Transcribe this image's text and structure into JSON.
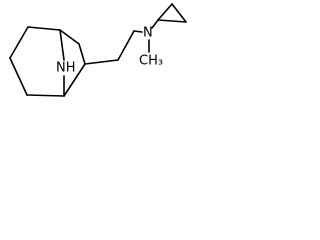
{
  "molecule": {
    "atoms": {
      "bridge_nitrogen": "NH",
      "amine_nitrogen": "N",
      "methyl": "CH3",
      "methyl_display": "CH₃"
    }
  }
}
